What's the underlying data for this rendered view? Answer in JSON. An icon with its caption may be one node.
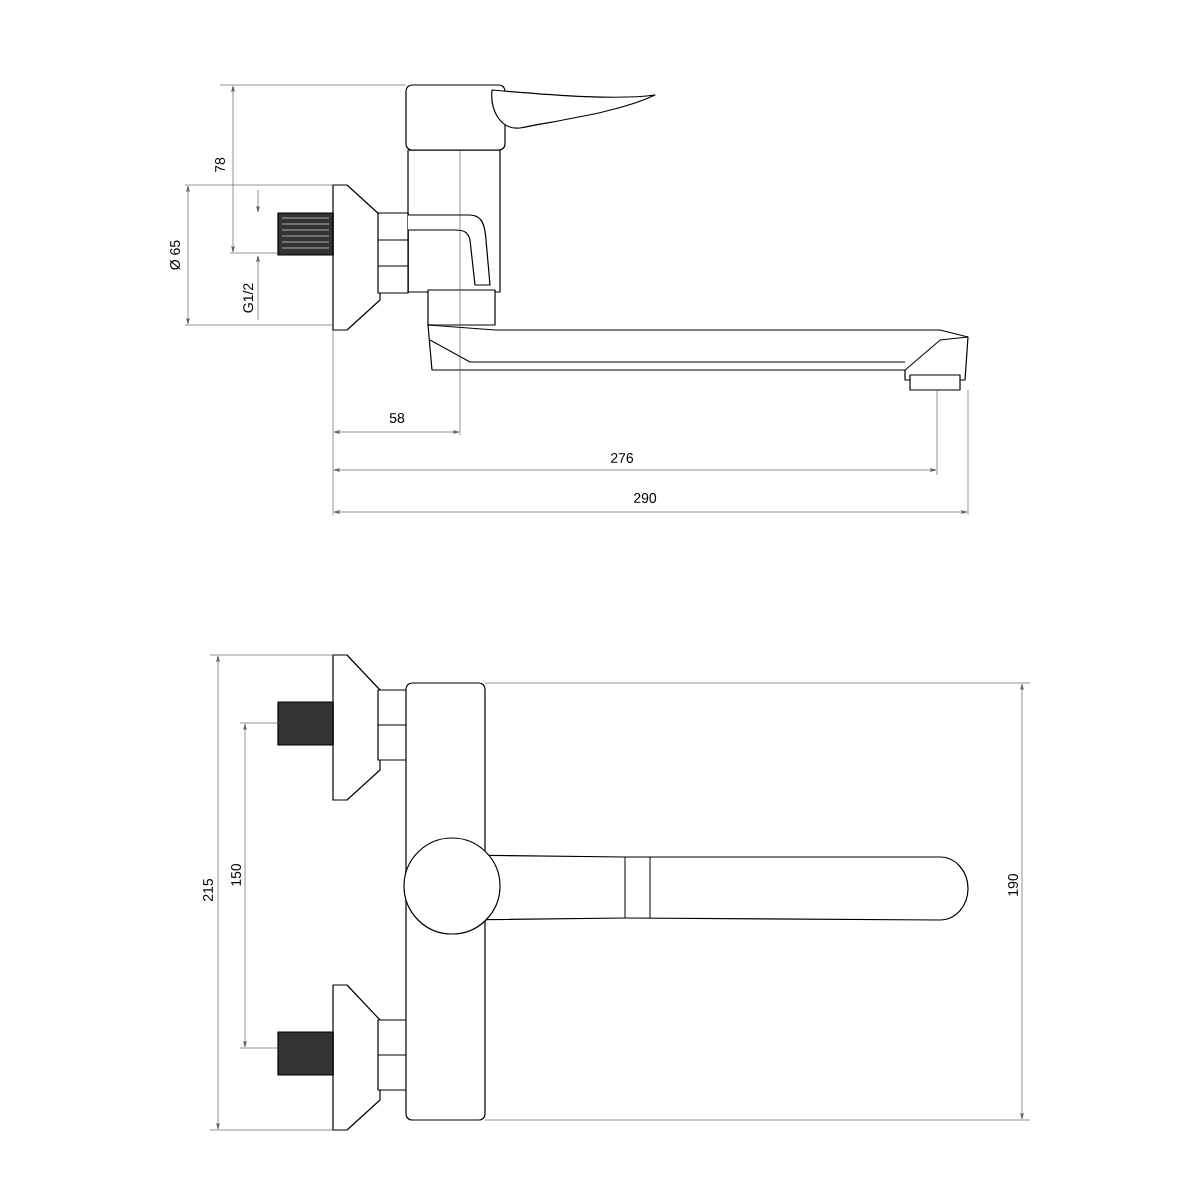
{
  "diagram": {
    "labels": [
      "78",
      "Ø 65",
      "G1/2",
      "58",
      "276",
      "290",
      "215",
      "150",
      "190"
    ]
  }
}
